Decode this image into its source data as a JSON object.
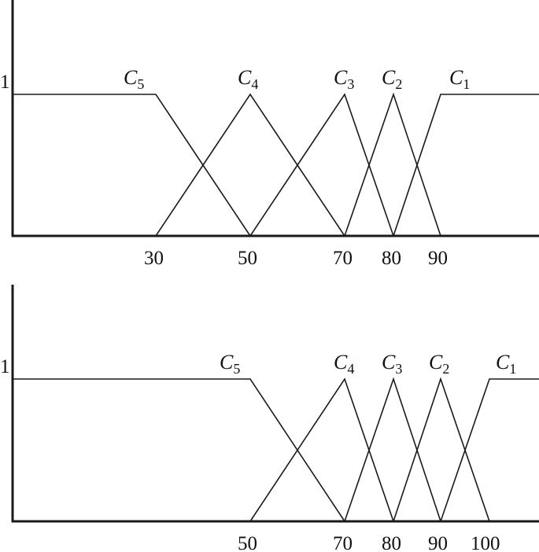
{
  "chart_data": [
    {
      "type": "line",
      "title": "",
      "xlabel": "",
      "ylabel": "",
      "y_tick_label": "1",
      "x_ticks": [
        "30",
        "50",
        "70",
        "80",
        "90"
      ],
      "series": [
        {
          "name": "C5",
          "label": "C",
          "sub": "5",
          "points": [
            [
              0,
              1
            ],
            [
              30,
              1
            ],
            [
              50,
              0
            ]
          ]
        },
        {
          "name": "C4",
          "label": "C",
          "sub": "4",
          "points": [
            [
              30,
              0
            ],
            [
              50,
              1
            ],
            [
              70,
              0
            ]
          ]
        },
        {
          "name": "C3",
          "label": "C",
          "sub": "3",
          "points": [
            [
              50,
              0
            ],
            [
              70,
              1
            ],
            [
              80,
              0
            ]
          ]
        },
        {
          "name": "C2",
          "label": "C",
          "sub": "2",
          "points": [
            [
              70,
              0
            ],
            [
              80,
              1
            ],
            [
              90,
              0
            ]
          ]
        },
        {
          "name": "C1",
          "label": "C",
          "sub": "1",
          "points": [
            [
              80,
              0
            ],
            [
              90,
              1
            ],
            [
              "max",
              1
            ]
          ]
        }
      ],
      "ylim": [
        0,
        1
      ]
    },
    {
      "type": "line",
      "title": "",
      "xlabel": "",
      "ylabel": "",
      "y_tick_label": "1",
      "x_ticks": [
        "50",
        "70",
        "80",
        "90",
        "100"
      ],
      "series": [
        {
          "name": "C5",
          "label": "C",
          "sub": "5",
          "points": [
            [
              0,
              1
            ],
            [
              50,
              1
            ],
            [
              70,
              0
            ]
          ]
        },
        {
          "name": "C4",
          "label": "C",
          "sub": "4",
          "points": [
            [
              50,
              0
            ],
            [
              70,
              1
            ],
            [
              80,
              0
            ]
          ]
        },
        {
          "name": "C3",
          "label": "C",
          "sub": "3",
          "points": [
            [
              70,
              0
            ],
            [
              80,
              1
            ],
            [
              90,
              0
            ]
          ]
        },
        {
          "name": "C2",
          "label": "C",
          "sub": "2",
          "points": [
            [
              80,
              0
            ],
            [
              90,
              1
            ],
            [
              100,
              0
            ]
          ]
        },
        {
          "name": "C1",
          "label": "C",
          "sub": "1",
          "points": [
            [
              90,
              0
            ],
            [
              100,
              1
            ],
            [
              "max",
              1
            ]
          ]
        }
      ],
      "ylim": [
        0,
        1
      ]
    }
  ]
}
